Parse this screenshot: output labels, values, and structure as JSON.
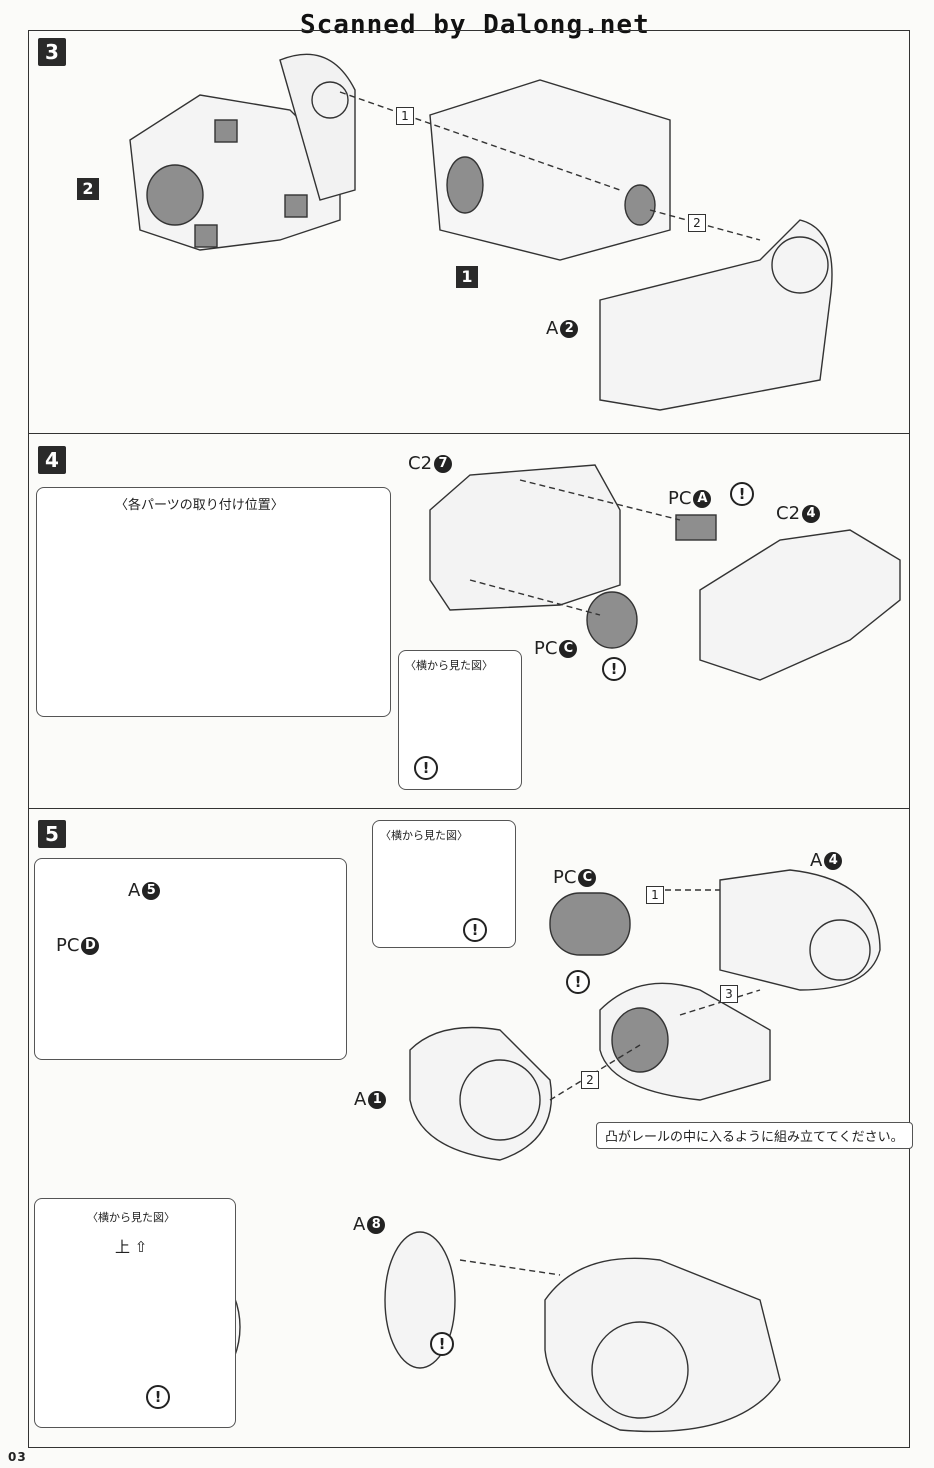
{
  "watermark": "Scanned by Dalong.net",
  "page_number": "03",
  "steps": [
    {
      "number": "3",
      "badges": [
        "1",
        "2"
      ],
      "arrow_numbers": [
        "1",
        "2"
      ],
      "parts": [
        {
          "prefix": "A",
          "num": "2"
        }
      ]
    },
    {
      "number": "4",
      "box_title": "〈各パーツの取り付け位置〉",
      "side_view_title": "〈横から見た図〉",
      "parts": [
        {
          "prefix": "C2",
          "num": "7"
        },
        {
          "prefix": "PC",
          "num": "A"
        },
        {
          "prefix": "C2",
          "num": "4"
        },
        {
          "prefix": "PC",
          "num": "C"
        }
      ]
    },
    {
      "number": "5",
      "side_view_title": "〈横から見た図〉",
      "side_view_title_2": "〈横から見た図〉",
      "up_label": "上",
      "arrow_numbers": [
        "1",
        "2",
        "3"
      ],
      "note": "凸がレールの中に入るように組み立ててください。",
      "parts": [
        {
          "prefix": "A",
          "num": "5"
        },
        {
          "prefix": "PC",
          "num": "D"
        },
        {
          "prefix": "PC",
          "num": "C"
        },
        {
          "prefix": "A",
          "num": "4"
        },
        {
          "prefix": "A",
          "num": "1"
        },
        {
          "prefix": "A",
          "num": "8"
        }
      ]
    }
  ],
  "warning_symbol": "!"
}
